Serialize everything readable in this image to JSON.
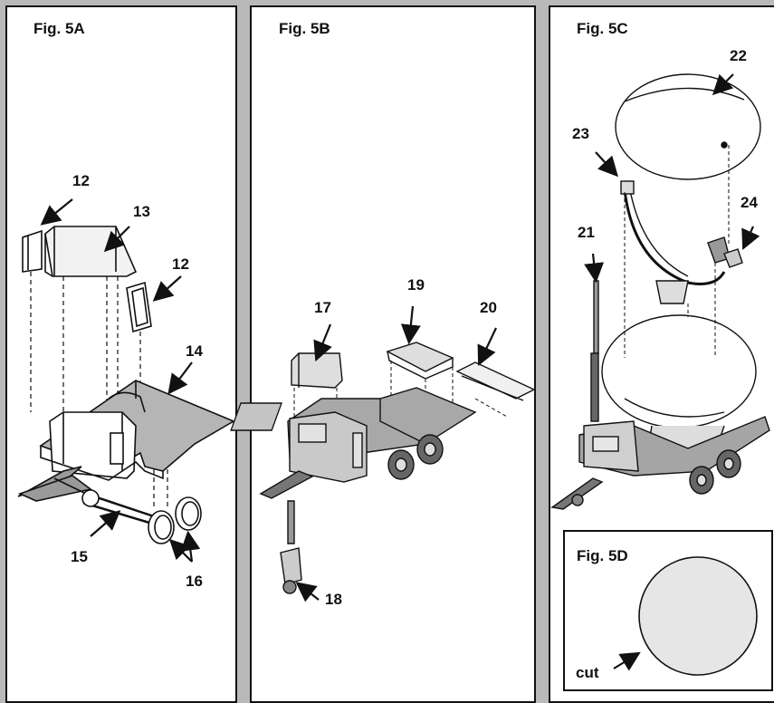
{
  "figures": {
    "fig5a": {
      "title": "Fig. 5A",
      "labels": {
        "n12a": "12",
        "n13": "13",
        "n12b": "12",
        "n14": "14",
        "n15": "15",
        "n16": "16"
      }
    },
    "fig5b": {
      "title": "Fig. 5B",
      "labels": {
        "n17": "17",
        "n19": "19",
        "n20": "20",
        "n18": "18"
      }
    },
    "fig5c": {
      "title": "Fig. 5C",
      "labels": {
        "n22": "22",
        "n23": "23",
        "n24": "24",
        "n21": "21"
      }
    },
    "fig5d": {
      "title": "Fig. 5D",
      "labels": {
        "cut": "cut"
      }
    }
  },
  "colors": {
    "background": "#b9b9b9",
    "panel": "#ffffff",
    "line": "#111111",
    "shade": "#9a9a9a",
    "light_shade": "#d9d9d9",
    "circle_fill": "#e6e6e6"
  }
}
